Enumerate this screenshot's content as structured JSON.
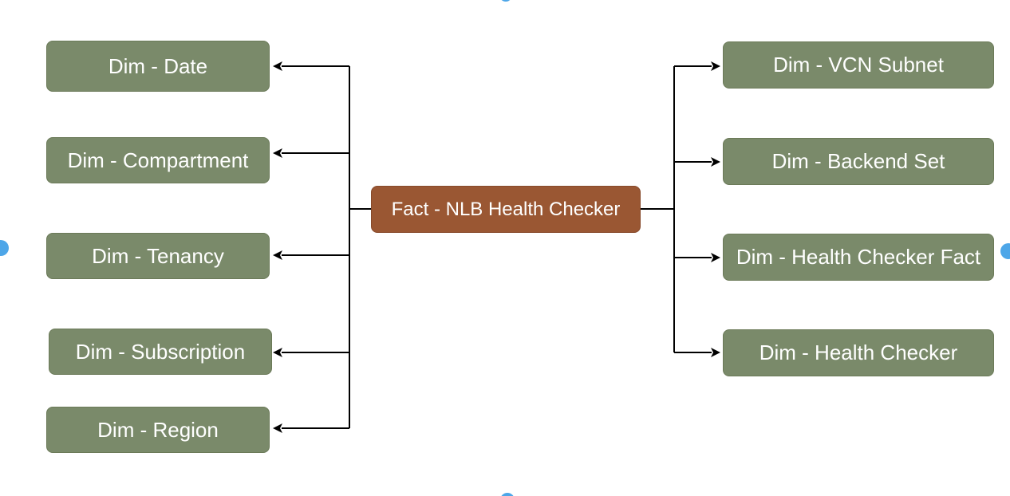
{
  "diagram": {
    "fact": {
      "label": "Fact - NLB Health Checker"
    },
    "left_dimensions": [
      {
        "label": "Dim - Date"
      },
      {
        "label": "Dim - Compartment"
      },
      {
        "label": "Dim - Tenancy"
      },
      {
        "label": "Dim - Subscription"
      },
      {
        "label": "Dim - Region"
      }
    ],
    "right_dimensions": [
      {
        "label": "Dim - VCN Subnet"
      },
      {
        "label": "Dim - Backend Set"
      },
      {
        "label": "Dim - Health Checker Fact"
      },
      {
        "label": "Dim - Health Checker"
      }
    ]
  },
  "colors": {
    "dimension_fill": "#7A8A6A",
    "dimension_border": "#6B7A58",
    "fact_fill": "#9A5733",
    "fact_border": "#874A2B",
    "connector": "#000000",
    "label_text": "#FFFFFF",
    "canvas_background": "#FFFFFF",
    "handle_blue": "#4DA6E8"
  }
}
